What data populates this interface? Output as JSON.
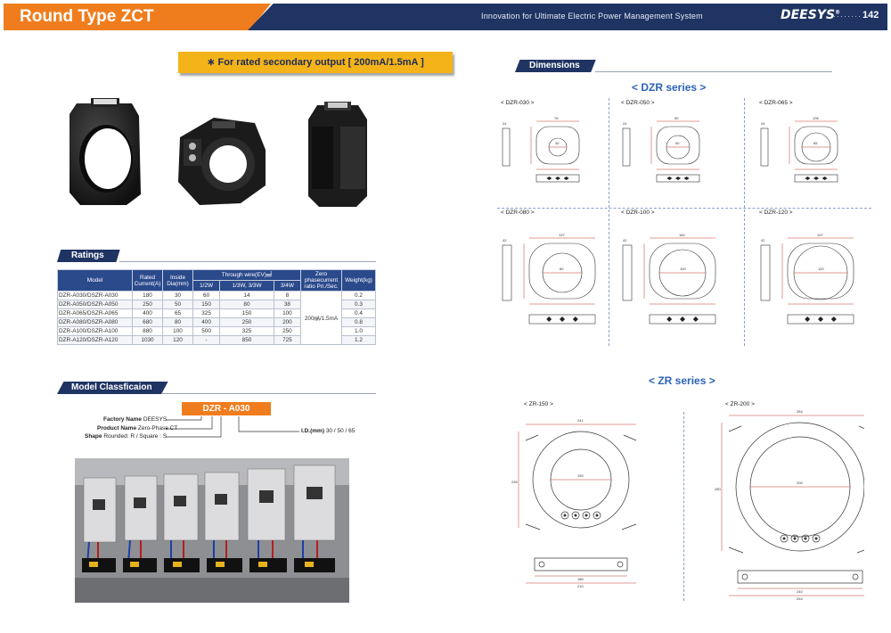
{
  "header": {
    "title": "Round Type ZCT",
    "tagline": "Innovation for Ultimate Electric Power Management System",
    "logo": "DEESYS",
    "logo_mark": "®",
    "dots": "········",
    "page_number": "142"
  },
  "note": "∗ For rated secondary output [ 200mA/1.5mA ]",
  "sections": {
    "ratings": "Ratings",
    "model_classification": "Model Classficaion",
    "dimensions": "Dimensions"
  },
  "ratings_table": {
    "headers": {
      "model": "Model",
      "rated_current": "Rated Current(A)",
      "inside_dia": "Inside Dia(mm)",
      "through_wire": "Through wire(EV)㎟",
      "zero_phase": "Zero phasecurrent ratio Pri./Sec.",
      "weight": "Weight(kg)",
      "sub_1_2w": "1/2W",
      "sub_1_3w": "1/3W, 3/3W",
      "sub_3_4w": "3/4W"
    },
    "zero_phase_value": "200㎃/1.5mA",
    "rows": [
      {
        "model": "DZR-A030/DSZR-A030",
        "current": "180",
        "dia": "30",
        "w12": "60",
        "w13": "14",
        "w34": "8",
        "weight": "0.2"
      },
      {
        "model": "DZR-A050/DSZR-A050",
        "current": "250",
        "dia": "50",
        "w12": "150",
        "w13": "80",
        "w34": "38",
        "weight": "0.3"
      },
      {
        "model": "DZR-A065/DSZR-A065",
        "current": "400",
        "dia": "65",
        "w12": "325",
        "w13": "150",
        "w34": "100",
        "weight": "0.4"
      },
      {
        "model": "DZR-A080/DSZR-A080",
        "current": "680",
        "dia": "80",
        "w12": "400",
        "w13": "250",
        "w34": "200",
        "weight": "0.8"
      },
      {
        "model": "DZR-A100/DSZR-A100",
        "current": "880",
        "dia": "100",
        "w12": "500",
        "w13": "325",
        "w34": "250",
        "weight": "1.0"
      },
      {
        "model": "DZR-A120/DSZR-A120",
        "current": "1030",
        "dia": "120",
        "w12": "-",
        "w13": "850",
        "w34": "725",
        "weight": "1.2"
      }
    ]
  },
  "model_classification": {
    "code": "DZR - A030",
    "factory_name_label": "Factory Name",
    "factory_name_value": "DEESYS",
    "product_name_label": "Product Name",
    "product_name_value": "Zero-Phase CT",
    "shape_label": "Shape",
    "shape_value": "Rounded: R / Square : S",
    "id_label": "I.D.(mm)",
    "id_value": "30 / 50 / 65"
  },
  "dimensions": {
    "dzr_series_title": "< DZR series >",
    "zr_series_title": "< ZR series >",
    "dzr_models": [
      {
        "label": "< DZR-030 >",
        "w": "76",
        "id": "30",
        "d": "24"
      },
      {
        "label": "< DZR-050 >",
        "w": "90",
        "id": "50",
        "d": "24"
      },
      {
        "label": "< DZR-065 >",
        "w": "106",
        "id": "65",
        "d": "24"
      },
      {
        "label": "< DZR-080 >",
        "w": "137",
        "id": "80",
        "d": "42"
      },
      {
        "label": "< DZR-100 >",
        "w": "182",
        "id": "100",
        "d": "42"
      },
      {
        "label": "< DZR-120 >",
        "w": "197",
        "id": "120",
        "d": "42"
      }
    ],
    "zr_models": [
      {
        "label": "< ZR-150 >",
        "w": "241",
        "id": "150",
        "h": "235",
        "base": "180",
        "foot": "210"
      },
      {
        "label": "< ZR-200 >",
        "w": "284",
        "id": "200",
        "h": "280",
        "base": "240",
        "foot": "264"
      }
    ]
  }
}
